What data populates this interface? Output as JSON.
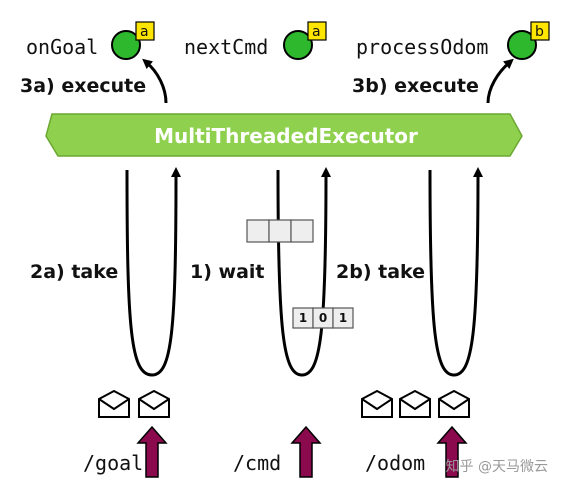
{
  "executor": {
    "label": "MultiThreadedExecutor",
    "color": "#8fd14f"
  },
  "callbacks": [
    {
      "name": "onGoal",
      "badge": "a"
    },
    {
      "name": "nextCmd",
      "badge": "a"
    },
    {
      "name": "processOdom",
      "badge": "b"
    }
  ],
  "steps": {
    "execute_a": "3a) execute",
    "execute_b": "3b) execute",
    "take_a": "2a) take",
    "wait": "1) wait",
    "take_b": "2b) take"
  },
  "topics": [
    "/goal",
    "/cmd",
    "/odom"
  ],
  "bits": [
    "1",
    "0",
    "1"
  ],
  "watermark": "知乎 @天马微云",
  "colors": {
    "node": "#2eb82e",
    "badge": "#ffe600",
    "arrow": "#8b0a4e"
  }
}
